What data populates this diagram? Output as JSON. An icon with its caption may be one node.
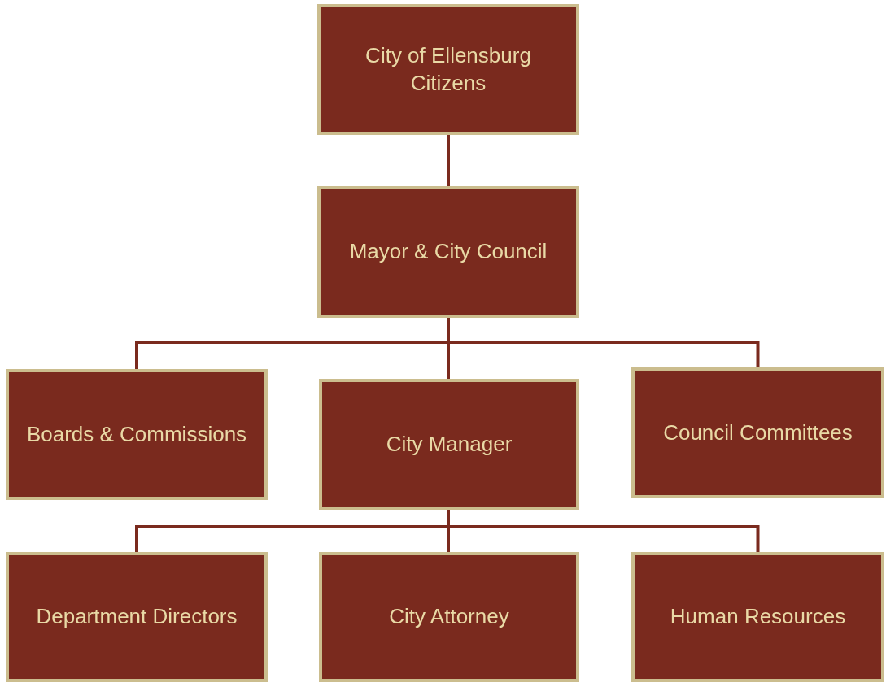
{
  "diagram": {
    "nodes": [
      {
        "text": [
          "City of Ellensburg Citizens"
        ]
      },
      {
        "text": [
          "Mayor & City Council"
        ]
      },
      {
        "text": [
          "Boards & Commissions"
        ]
      },
      {
        "text": [
          "City Manager"
        ]
      },
      {
        "text": [
          "Council Committees"
        ]
      },
      {
        "text": [
          "Department Directors"
        ]
      },
      {
        "text": [
          "City Attorney"
        ]
      },
      {
        "text": [
          "Human Resources"
        ]
      }
    ],
    "edges": [
      {
        "from": 0,
        "to": 1,
        "arrow": "none"
      },
      {
        "from": 1,
        "to": 2,
        "arrow": "none"
      },
      {
        "from": 1,
        "to": 3,
        "arrow": "none"
      },
      {
        "from": 1,
        "to": 4,
        "arrow": "none"
      },
      {
        "from": 3,
        "to": 5,
        "arrow": "none"
      },
      {
        "from": 3,
        "to": 6,
        "arrow": "none"
      },
      {
        "from": 3,
        "to": 7,
        "arrow": "none"
      }
    ]
  }
}
